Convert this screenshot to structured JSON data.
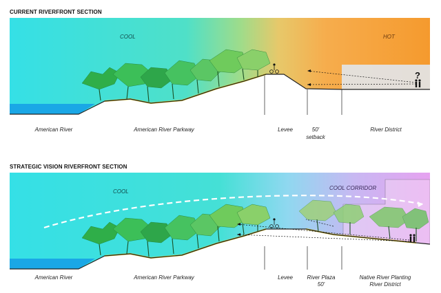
{
  "current": {
    "heading": "CURRENT RIVERFRONT SECTION",
    "zone_cool": "COOL",
    "zone_hot": "HOT",
    "question_mark": "?",
    "labels": {
      "american_river": "American River",
      "parkway": "American River Parkway",
      "levee": "Levee",
      "setback": "50'",
      "setback_sub": "setback",
      "river_district": "River District"
    },
    "colors": {
      "cool": "#35e0e6",
      "hot": "#f59a2e",
      "water": "#1aa7e6",
      "trees": "#3cbf58",
      "path": "#f2d21b"
    }
  },
  "strategic": {
    "heading": "STRATEGIC VISION  RIVERFRONT SECTION",
    "zone_cool": "COOL",
    "zone_corridor": "COOL CORRIDOR",
    "labels": {
      "american_river": "American River",
      "parkway": "American River Parkway",
      "levee": "Levee",
      "plaza": "River Plaza",
      "plaza_sub": "50'",
      "native_planting": "Native River Planting",
      "river_district": "River District"
    },
    "colors": {
      "cool": "#35e0e6",
      "corridor": "#e6a2f0",
      "water": "#1aa7e6",
      "trees": "#3cbf58",
      "path": "#f2d21b"
    }
  }
}
